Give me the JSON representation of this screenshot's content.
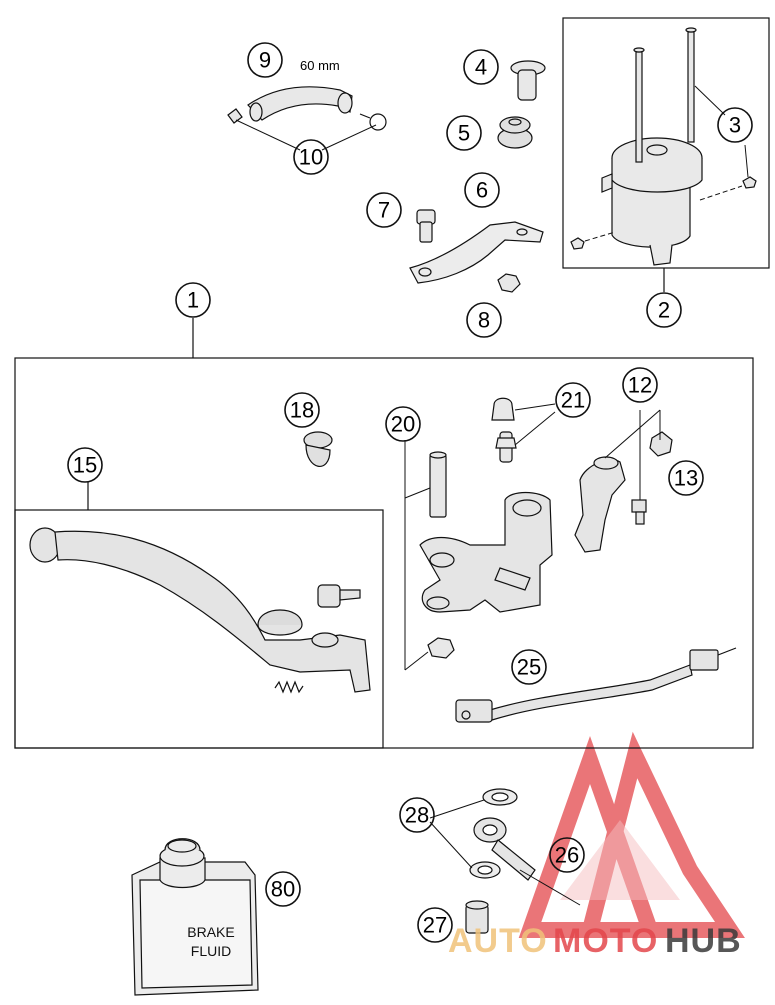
{
  "callouts": {
    "c1": "1",
    "c2": "2",
    "c3": "3",
    "c4": "4",
    "c5": "5",
    "c6": "6",
    "c7": "7",
    "c8": "8",
    "c9": "9",
    "c10": "10",
    "c12": "12",
    "c13": "13",
    "c15": "15",
    "c18": "18",
    "c20": "20",
    "c21": "21",
    "c25": "25",
    "c26": "26",
    "c27": "27",
    "c28": "28",
    "c80": "80"
  },
  "hose_length_note": "60 mm",
  "can_label": {
    "line1": "BRAKE",
    "line2": "FLUID"
  },
  "watermark": {
    "part1": "AUTO",
    "part2": "MOTO",
    "part3": "HUB"
  },
  "colors": {
    "line": "#111111",
    "part_fill": "#d9d9d9",
    "watermark_red": "#e3474c",
    "watermark_dark": "#3a3a3a"
  }
}
